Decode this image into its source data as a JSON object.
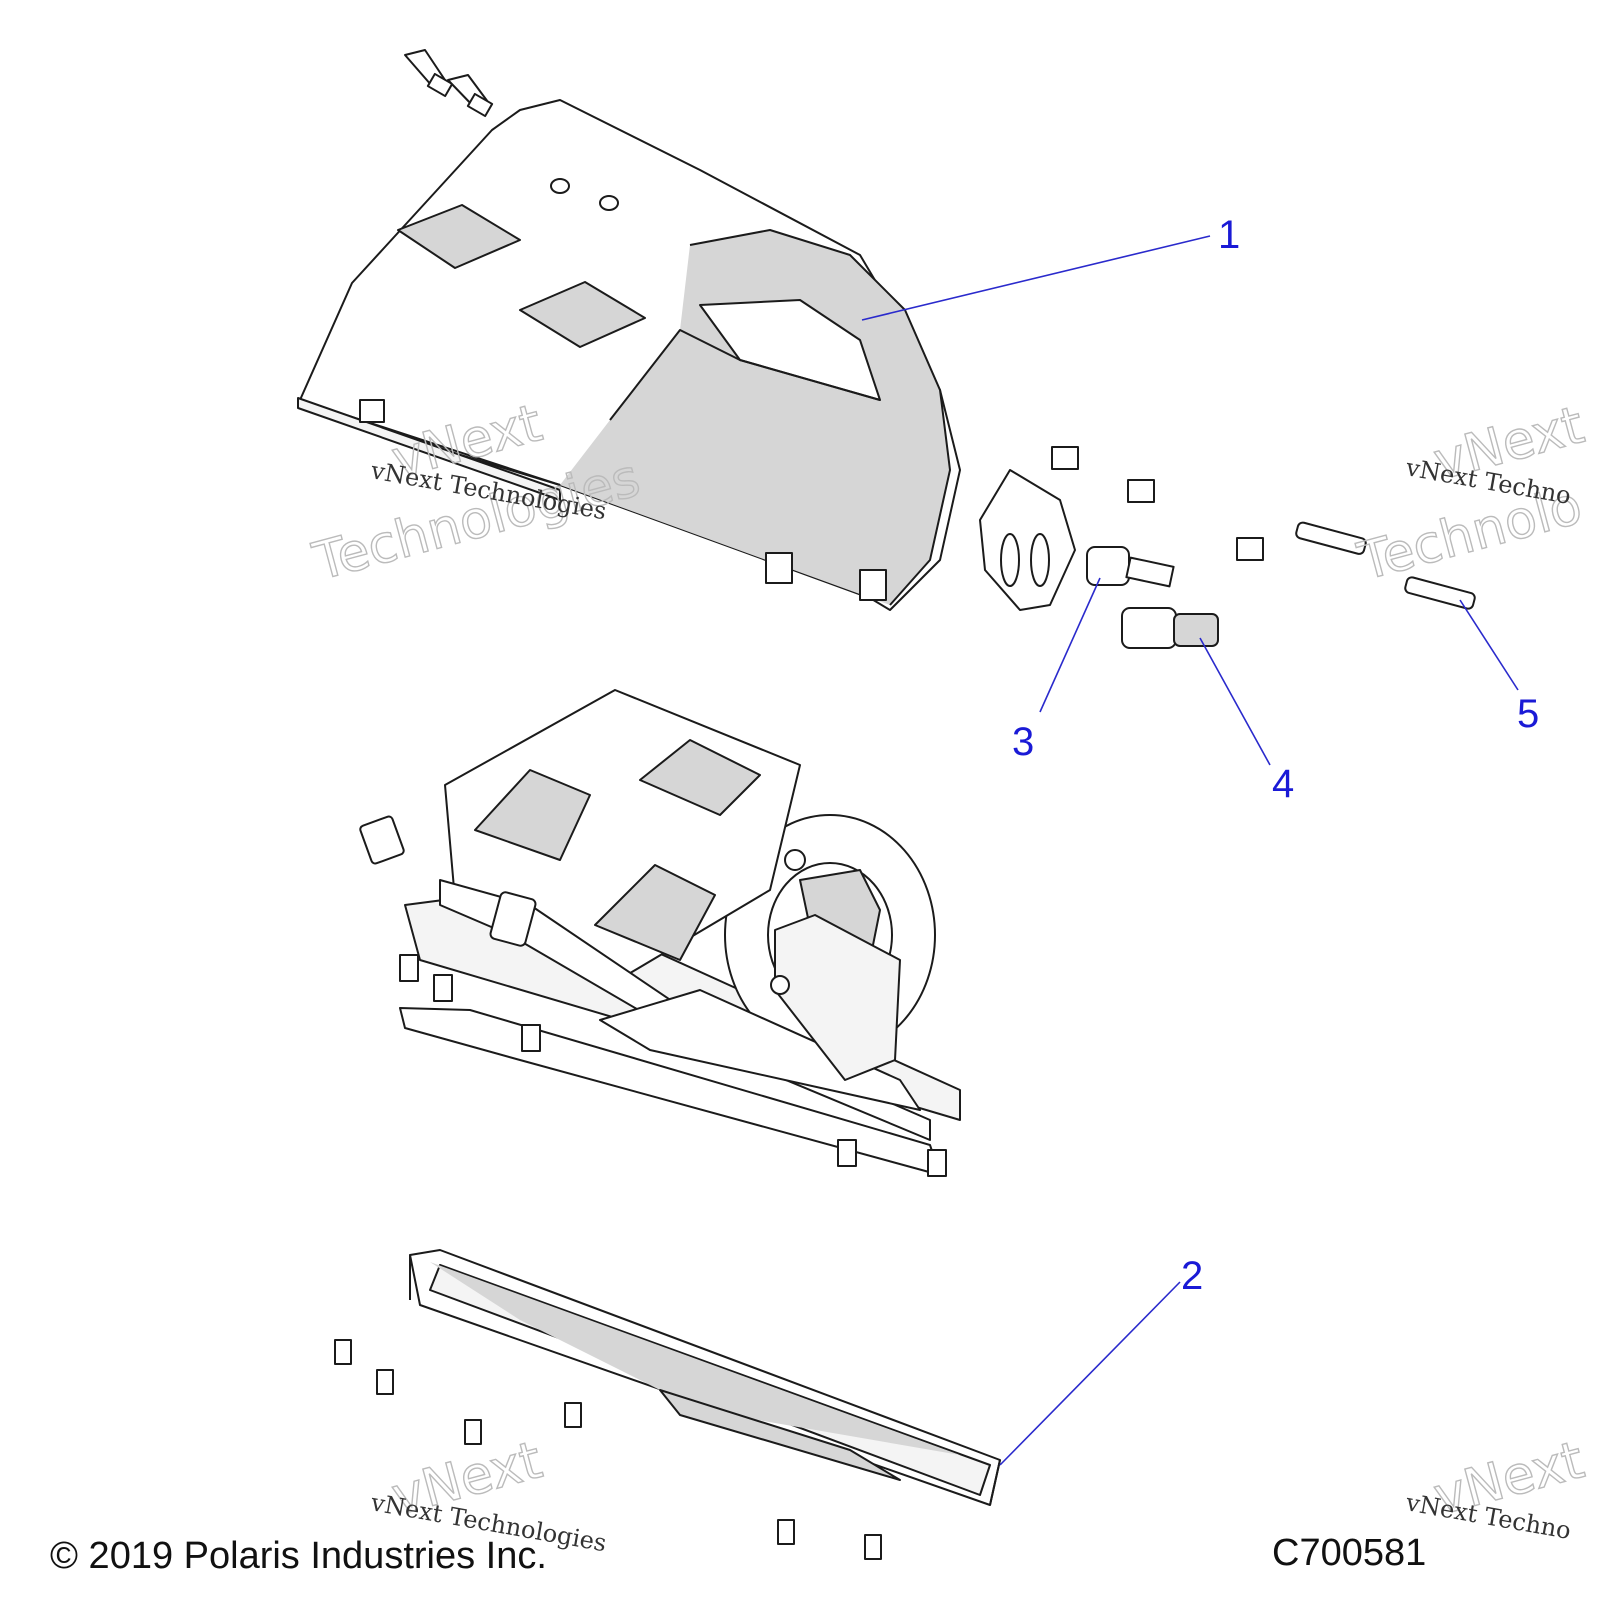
{
  "callouts": [
    {
      "id": "1",
      "label": "1"
    },
    {
      "id": "2",
      "label": "2"
    },
    {
      "id": "3",
      "label": "3"
    },
    {
      "id": "4",
      "label": "4"
    },
    {
      "id": "5",
      "label": "5"
    }
  ],
  "footer": {
    "copyright": "© 2019 Polaris Industries Inc.",
    "drawing_number": "C700581"
  },
  "watermark": {
    "small": "vNext Technologies",
    "line1": "vNext",
    "line2": "Technologies",
    "partial_small": "vNext Techno",
    "partial_line1": "vNext",
    "partial_line2": "Technolo"
  },
  "colors": {
    "callout": "#1a1ad6",
    "leader": "#2a2acc",
    "shade": "#d6d6d6"
  }
}
